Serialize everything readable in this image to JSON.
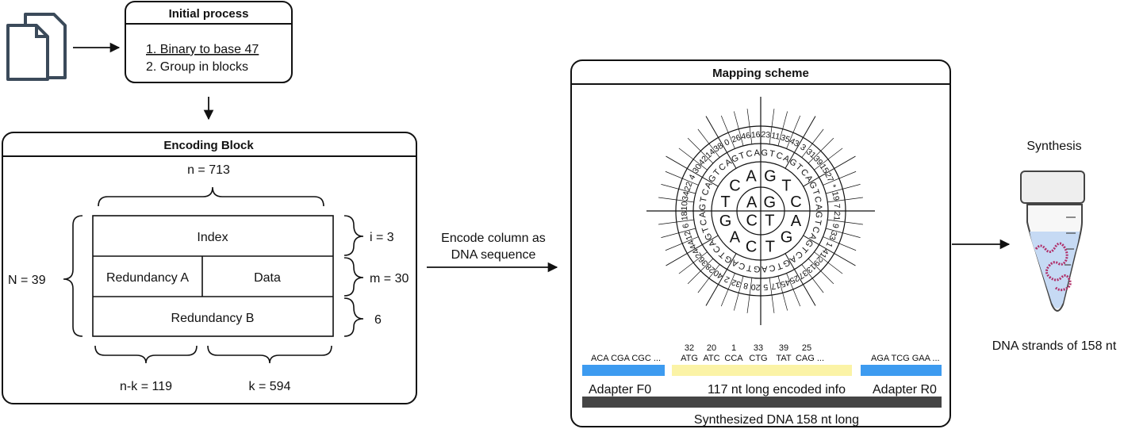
{
  "initial_process": {
    "title": "Initial process",
    "steps": [
      "1. Binary to base 47",
      "2. Group in blocks"
    ]
  },
  "encoding_block": {
    "title": "Encoding Block",
    "n_label": "n = 713",
    "N_label": "N = 39",
    "rows": {
      "index": "Index",
      "redundancy_a": "Redundancy A",
      "data": "Data",
      "redundancy_b": "Redundancy B"
    },
    "right_labels": [
      "i = 3",
      "m = 30",
      "6"
    ],
    "bottom_labels": [
      "n-k = 119",
      "k = 594"
    ]
  },
  "arrow_label": [
    "Encode column as",
    "DNA sequence"
  ],
  "mapping_scheme": {
    "title": "Mapping scheme",
    "inner_ring": [
      "G",
      "T",
      "C",
      "A"
    ],
    "middle_ring": [
      "G",
      "T",
      "C",
      "A",
      "G",
      "T",
      "C",
      "A",
      "G",
      "T",
      "C",
      "A"
    ],
    "outer_ring": [
      "G",
      "T",
      "C",
      "A",
      "G",
      "T",
      "C",
      "A",
      "G",
      "T",
      "C",
      "A",
      "G",
      "T",
      "C",
      "A",
      "G",
      "T",
      "C",
      "A",
      "G",
      "T",
      "C",
      "A",
      "G",
      "T",
      "C",
      "A",
      "G",
      "T",
      "C",
      "A",
      "G",
      "T",
      "C",
      "A",
      "G",
      "T",
      "C",
      "A",
      "G",
      "T",
      "C",
      "A",
      "G",
      "T",
      "C",
      "A"
    ],
    "codon_numbers": [
      "23",
      "11",
      "35",
      "43",
      "3",
      "31",
      "39",
      "15",
      "27",
      "*",
      "19",
      "7",
      "21",
      "9",
      "33",
      "1",
      "41",
      "29",
      "13",
      "37",
      "25",
      "45",
      "17",
      "5",
      "20",
      "8",
      "32",
      "2",
      "40",
      "28",
      "36",
      "24",
      "44",
      "12",
      "6",
      "18",
      "10",
      "34",
      "22",
      "4",
      "30",
      "42",
      "14",
      "38",
      "0",
      "26",
      "46",
      "16"
    ],
    "sequence": {
      "adapter_f_seq": "ACA CGA CGC ...",
      "encoded_numbers": [
        "32",
        "20",
        "1",
        "33",
        "39",
        "25"
      ],
      "encoded_codons": [
        "ATG",
        "ATC",
        "CCA",
        "CTG",
        "TAT",
        "CAG ..."
      ],
      "adapter_r_seq": "AGA TCG GAA ...",
      "adapter_f": "Adapter F0",
      "encoded_info": "117 nt long encoded info",
      "adapter_r": "Adapter R0",
      "synthesized": "Synthesized DNA 158 nt long"
    },
    "colors": {
      "adapter": "#3d9bf0",
      "encoded": "#fbf3a6",
      "strand": "#454545"
    }
  },
  "synthesis": {
    "title": "Synthesis",
    "caption": "DNA strands of 158 nt"
  }
}
